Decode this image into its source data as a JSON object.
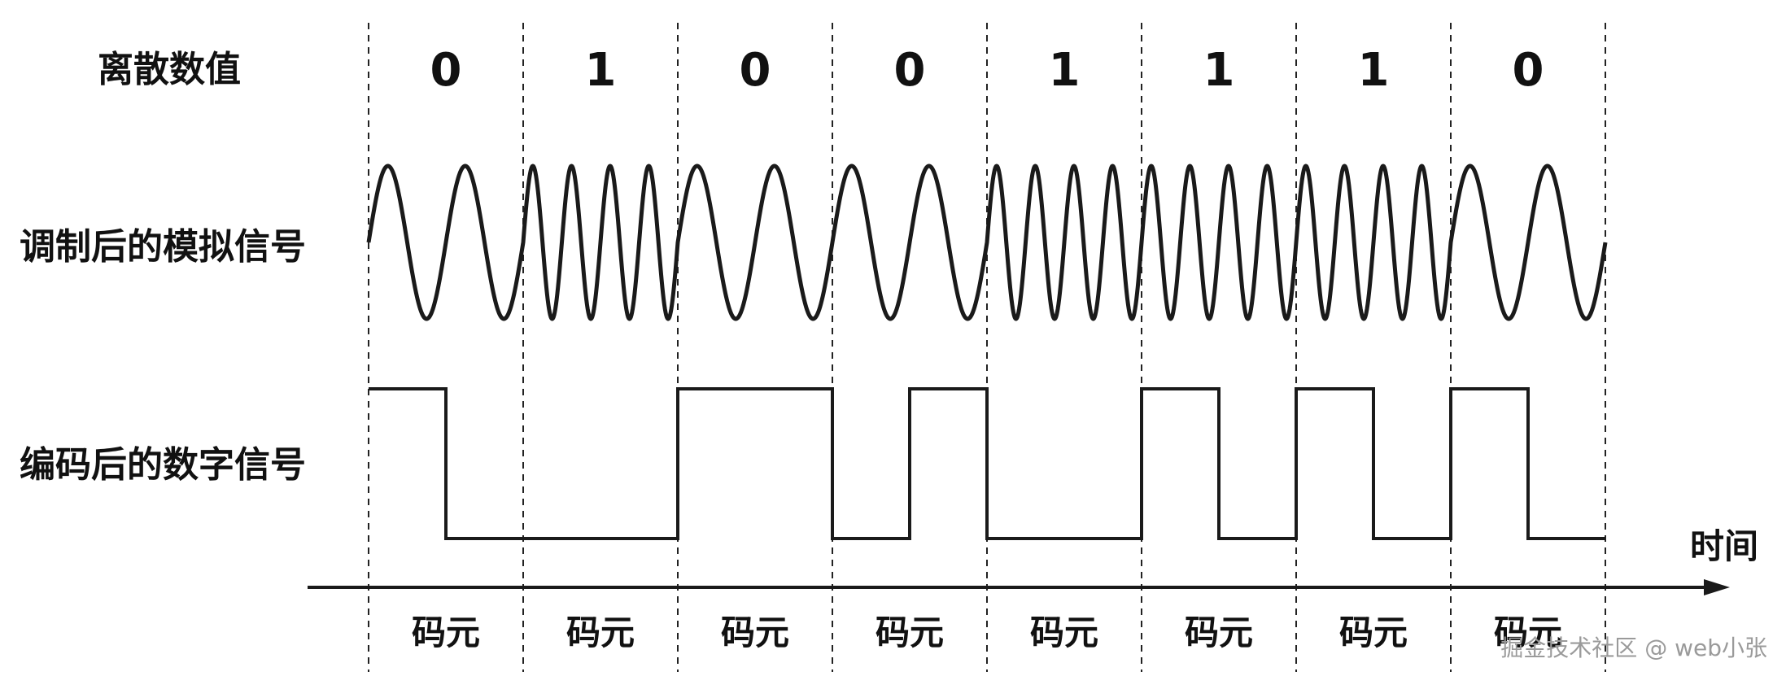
{
  "labels": {
    "discrete": "离散数值",
    "analog": "调制后的模拟信号",
    "digital": "编码后的数字信号",
    "time_axis": "时间"
  },
  "bits": [
    "0",
    "1",
    "0",
    "0",
    "1",
    "1",
    "1",
    "0"
  ],
  "symbols": [
    "码元",
    "码元",
    "码元",
    "码元",
    "码元",
    "码元",
    "码元",
    "码元"
  ],
  "watermark": "掘金技术社区 @ web小张",
  "modulation": {
    "cycles_for_0": 2,
    "cycles_for_1": 4
  }
}
